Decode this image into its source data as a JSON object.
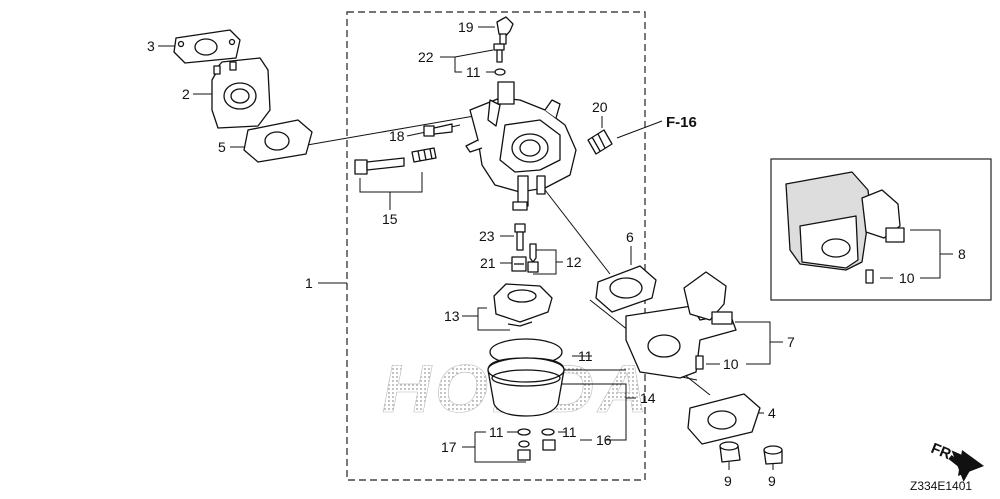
{
  "diagram": {
    "callouts": {
      "p1": "1",
      "p2": "2",
      "p3": "3",
      "p4": "4",
      "p5": "5",
      "p6": "6",
      "p7": "7",
      "p8": "8",
      "p9a": "9",
      "p9b": "9",
      "p10a": "10",
      "p10b": "10",
      "p11a": "11",
      "p11b": "11",
      "p11c": "11",
      "p11d": "11",
      "p12": "12",
      "p13": "13",
      "p14": "14",
      "p15": "15",
      "p16": "16",
      "p17": "17",
      "p18": "18",
      "p19": "19",
      "p20": "20",
      "p21": "21",
      "p22": "22",
      "p23": "23"
    },
    "ref_label": "F-16",
    "direction_label": "FR.",
    "diagram_code": "Z334E1401",
    "watermark": "HONDA"
  },
  "colors": {
    "line": "#111111",
    "watermark": "#b5b5b5"
  }
}
